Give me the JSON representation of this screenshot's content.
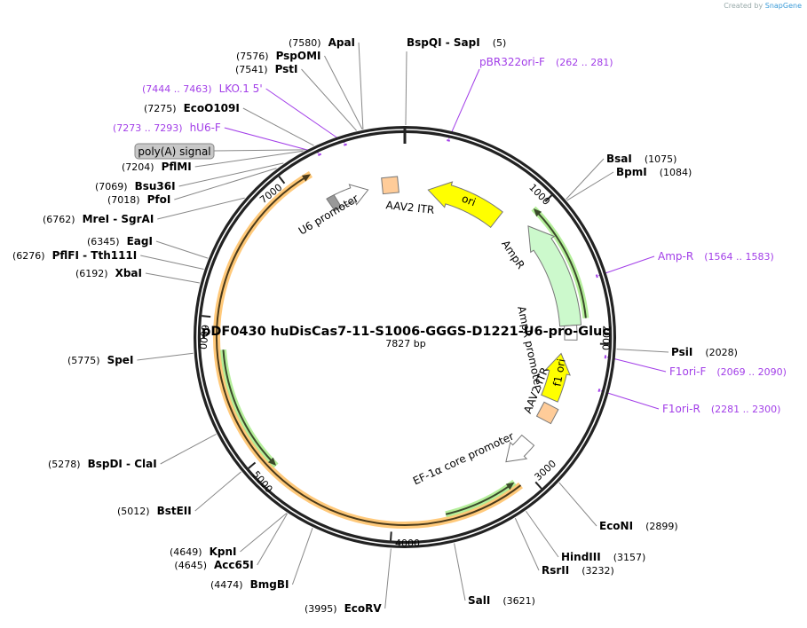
{
  "credit": {
    "prefix": "Created by",
    "brand": "SnapGene"
  },
  "plasmid": {
    "name": "pDF0430 huDisCas7-11-S1006-GGGS-D1221-U6-pro-Gluc",
    "length": "7827 bp"
  },
  "ticks": [
    "1000",
    "2000",
    "3000",
    "4000",
    "5000",
    "6000",
    "7000"
  ],
  "sites_left": [
    {
      "name": "ApaI",
      "position": "(7580)"
    },
    {
      "name": "PspOMI",
      "position": "(7576)"
    },
    {
      "name": "PstI",
      "position": "(7541)"
    },
    {
      "name": "EcoO109I",
      "position": "(7275)"
    },
    {
      "name": "PflMI",
      "position": "(7204)"
    },
    {
      "name": "Bsu36I",
      "position": "(7069)"
    },
    {
      "name": "PfoI",
      "position": "(7018)"
    },
    {
      "name": "MreI  - SgrAI",
      "position": "(6762)"
    },
    {
      "name": "EagI",
      "position": "(6345)"
    },
    {
      "name": "PflFI  - Tth111I",
      "position": "(6276)"
    },
    {
      "name": "XbaI",
      "position": "(6192)"
    },
    {
      "name": "SpeI",
      "position": "(5775)"
    },
    {
      "name": "BspDI  - ClaI",
      "position": "(5278)"
    },
    {
      "name": "BstEII",
      "position": "(5012)"
    },
    {
      "name": "KpnI",
      "position": "(4649)"
    },
    {
      "name": "Acc65I",
      "position": "(4645)"
    },
    {
      "name": "BmgBI",
      "position": "(4474)"
    },
    {
      "name": "EcoRV",
      "position": "(3995)"
    }
  ],
  "sites_right": [
    {
      "name": "BspQI  - SapI",
      "position": "(5)"
    },
    {
      "name": "BsaI",
      "position": "(1075)"
    },
    {
      "name": "BpmI",
      "position": "(1084)"
    },
    {
      "name": "PsiI",
      "position": "(2028)"
    },
    {
      "name": "EcoNI",
      "position": "(2899)"
    },
    {
      "name": "HindIII",
      "position": "(3157)"
    },
    {
      "name": "RsrII",
      "position": "(3232)"
    },
    {
      "name": "SalI",
      "position": "(3621)"
    }
  ],
  "primers_left": [
    {
      "name": "LKO.1 5'",
      "range": "(7444 .. 7463)"
    },
    {
      "name": "hU6-F",
      "range": "(7273 .. 7293)"
    }
  ],
  "primers_right": [
    {
      "name": "pBR322ori-F",
      "range": "(262 .. 281)"
    },
    {
      "name": "Amp-R",
      "range": "(1564 .. 1583)"
    },
    {
      "name": "F1ori-F",
      "range": "(2069 .. 2090)"
    },
    {
      "name": "F1ori-R",
      "range": "(2281 .. 2300)"
    }
  ],
  "polyA_label": "poly(A) signal",
  "features": {
    "u6_promoter": "U6 promoter",
    "aav2_itr_top": "AAV2 ITR",
    "ori": "ori",
    "ampr": "AmpR",
    "ampr_promoter": "AmpR promoter",
    "f1_ori": "f1 ori",
    "aav2_itr_right": "AAV2 ITR",
    "ef1a_promoter": "EF-1α core promoter"
  },
  "colors": {
    "primer": "#a23ee8",
    "ori": "#ffff00",
    "ampr": "#ccf9cc",
    "itr": "#ffcc99",
    "cds_highlight": "#ffc97a",
    "orf_highlight": "#a8ec8a",
    "promoter_gray": "#999999"
  }
}
